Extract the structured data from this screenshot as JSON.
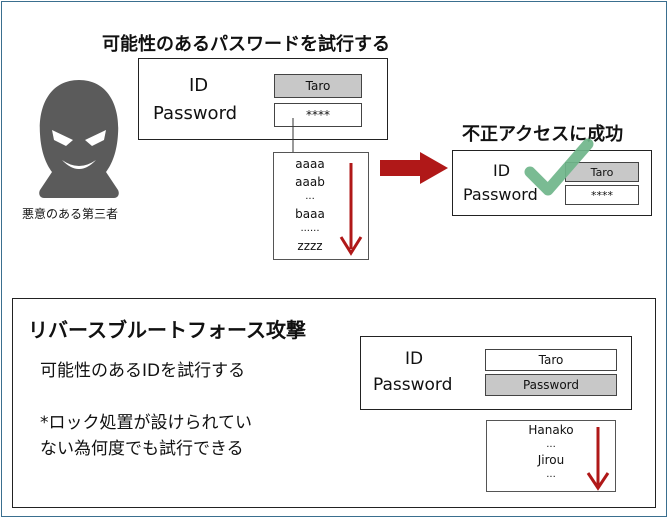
{
  "brute_force": {
    "title": "可能性のあるパスワードを試行する",
    "attacker_label": "悪意のある第三者",
    "form": {
      "id_label": "ID",
      "password_label": "Password",
      "id_value": "Taro",
      "password_value": "****"
    },
    "candidates": [
      "aaaa",
      "aaab",
      "...",
      "baaa",
      "......",
      "zzzz"
    ],
    "success_title": "不正アクセスに成功",
    "success_form": {
      "id_label": "ID",
      "password_label": "Password",
      "id_value": "Taro",
      "password_value": "****"
    }
  },
  "reverse_brute_force": {
    "title": "リバースブルートフォース攻撃",
    "description": "可能性のあるIDを試行する",
    "note_line1": "*ロック処置が設けられてい",
    "note_line2": "ない為何度でも試行できる",
    "form": {
      "id_label": "ID",
      "password_label": "Password",
      "id_value": "Taro",
      "password_value": "Password"
    },
    "candidates": [
      "Hanako",
      "...",
      "Jirou",
      "..."
    ]
  },
  "colors": {
    "arrow_red": "#b01818",
    "check_green": "#6fb58a",
    "attacker_grey": "#5b5b5b",
    "field_grey": "#c8c8c8",
    "frame_border": "#3a6f8f"
  }
}
